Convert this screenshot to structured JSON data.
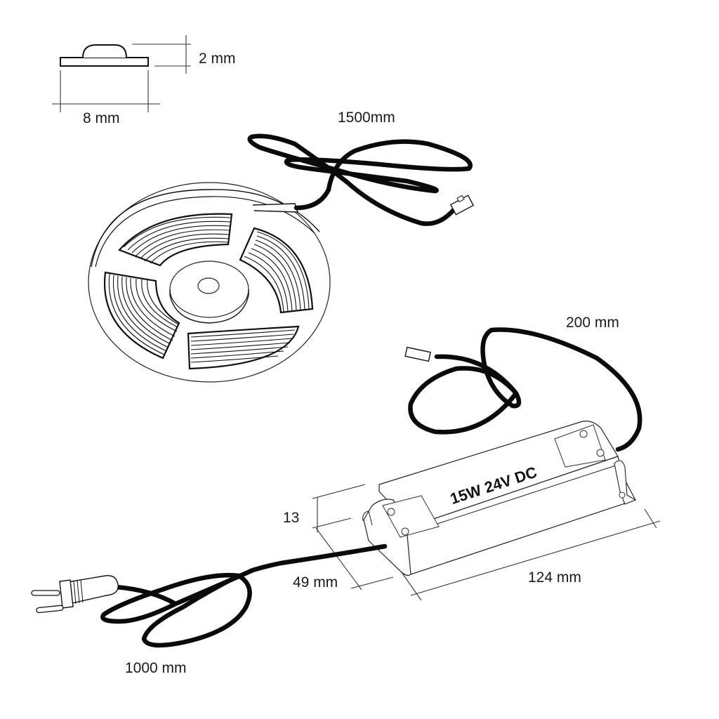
{
  "diagram": {
    "type": "product-dimension-drawing",
    "components": {
      "strip_profile": {
        "width_label": "8 mm",
        "height_label": "2 mm"
      },
      "led_reel": {
        "lead_length_label": "1500mm"
      },
      "output_cable": {
        "length_label": "200 mm"
      },
      "power_supply": {
        "rating_label": "15W 24V DC",
        "height_label": "13",
        "width_label": "49 mm",
        "length_label": "124 mm"
      },
      "mains_cable": {
        "length_label": "1000 mm"
      }
    },
    "colors": {
      "line": "#111111",
      "background": "#ffffff",
      "text": "#1a1a1a"
    }
  }
}
